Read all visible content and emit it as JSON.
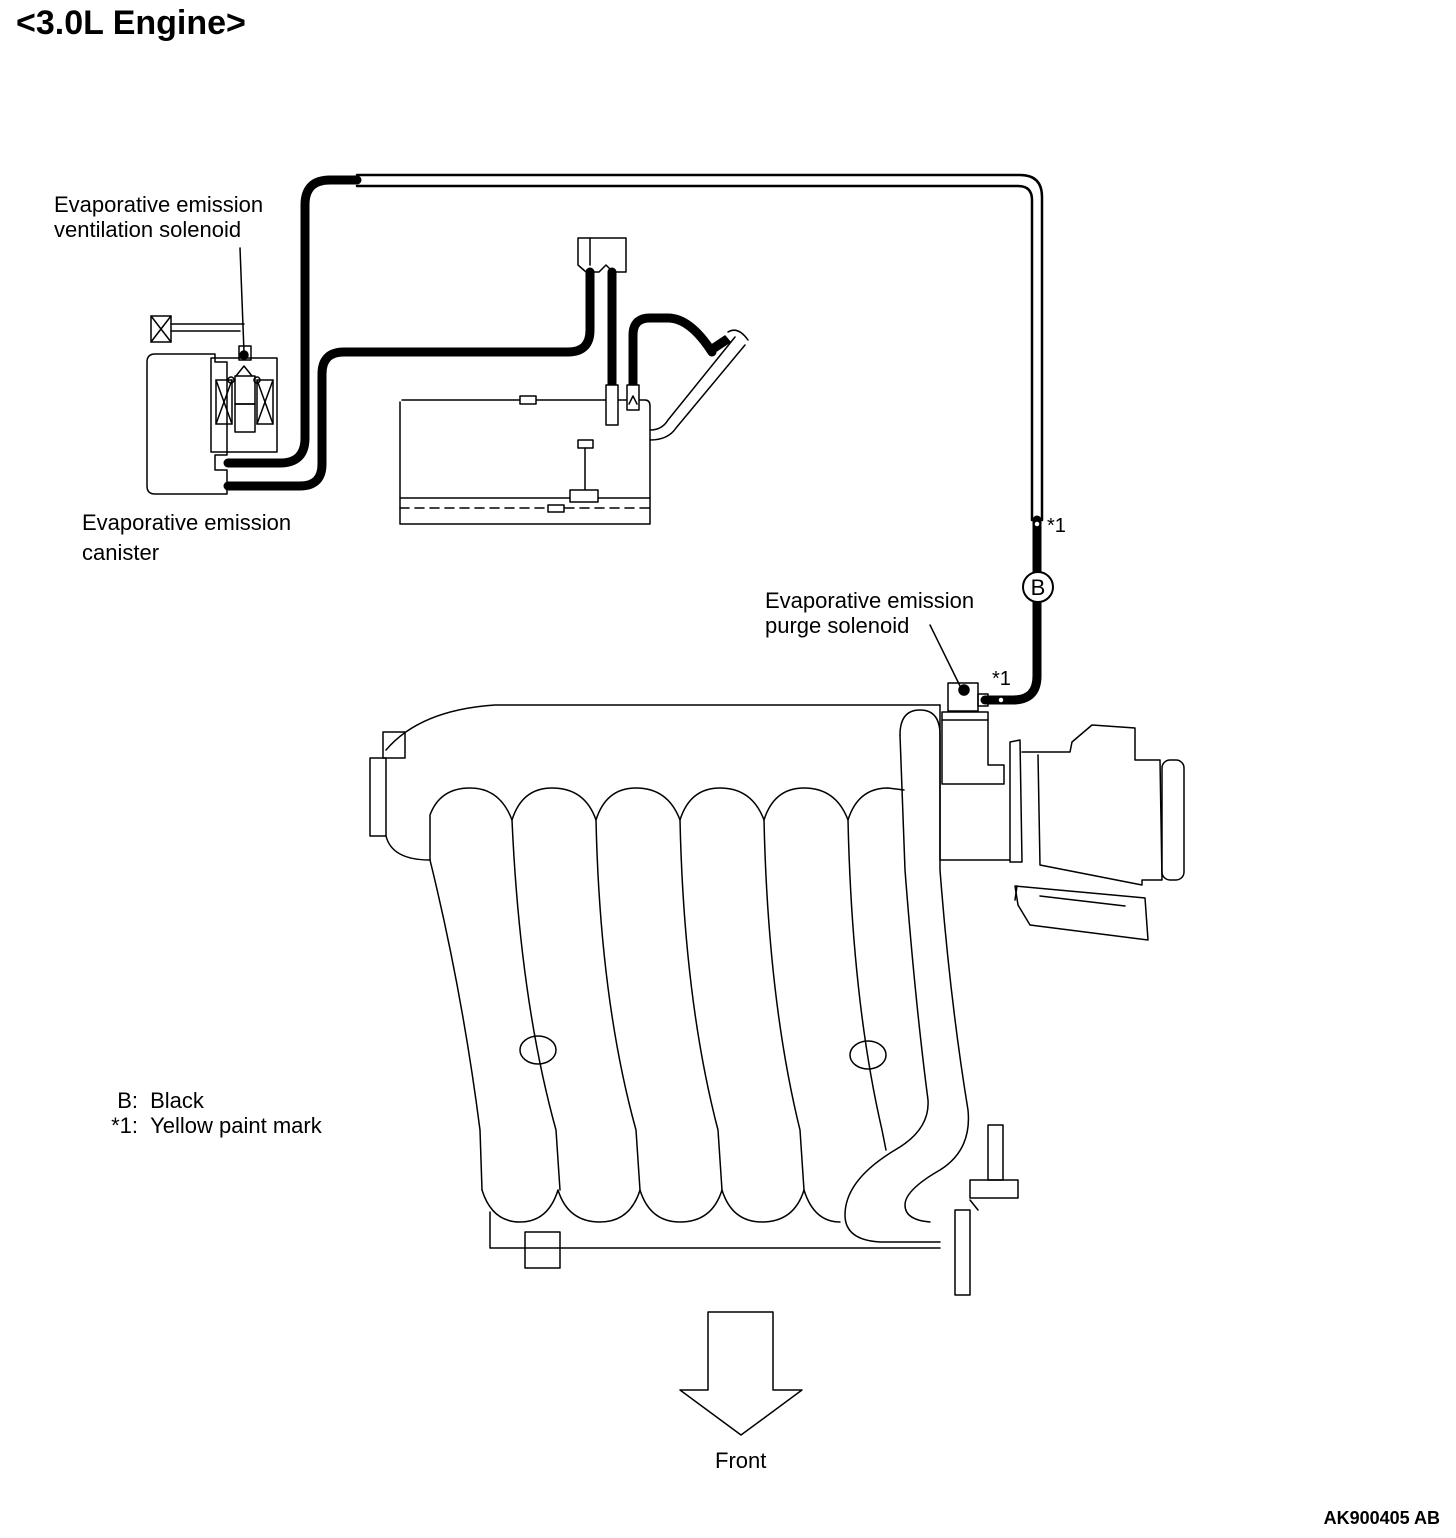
{
  "title": "<3.0L Engine>",
  "labels": {
    "ventilation_solenoid": [
      "Evaporative emission",
      "ventilation solenoid"
    ],
    "canister": [
      "Evaporative emission",
      "canister"
    ],
    "purge_solenoid": [
      "Evaporative emission",
      "purge solenoid"
    ],
    "front": "Front",
    "hose_color_badge": "B",
    "paint_mark_top": "*1",
    "paint_mark_bottom": "*1"
  },
  "legend": [
    {
      "key": "B:",
      "value": "Black"
    },
    {
      "key": "*1:",
      "value": "Yellow paint mark"
    }
  ],
  "figure_code": "AK900405 AB",
  "colors": {
    "line": "#000000",
    "background": "#ffffff"
  }
}
